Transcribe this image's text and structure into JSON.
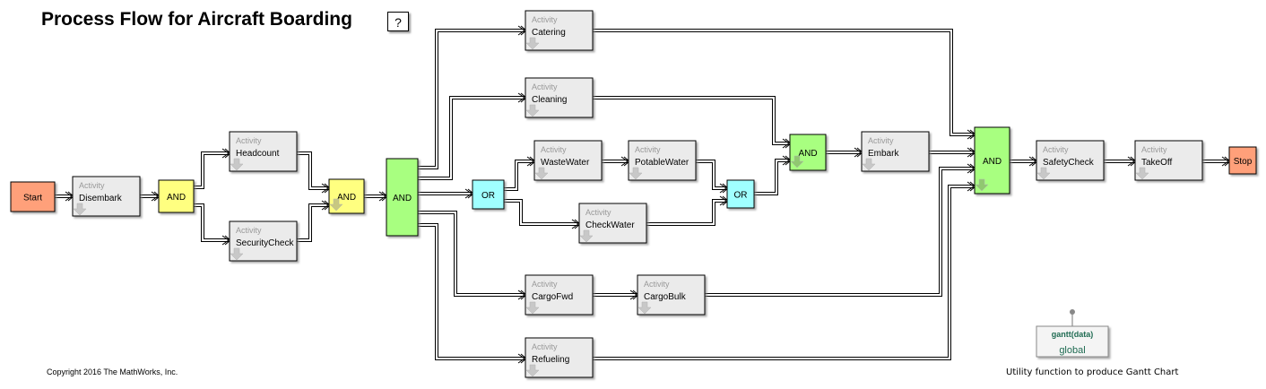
{
  "title": "Process Flow for Aircraft Boarding",
  "help_button": "?",
  "copyright": "Copyright 2016 The MathWorks, Inc.",
  "gantt": {
    "function": "gantt(data)",
    "scope": "global",
    "caption": "Utility function to produce Gantt Chart"
  },
  "activity_label": "Activity",
  "colors": {
    "terminal": "#ffa07a",
    "and_yellow": "#ffff80",
    "and_green": "#a8ff80",
    "or": "#a0ffff",
    "activity": "#ebebeb",
    "gantt_text": "#1f6b52"
  },
  "nodes": [
    {
      "id": "start",
      "type": "terminal",
      "label": "Start"
    },
    {
      "id": "disembark",
      "type": "activity",
      "label": "Disembark"
    },
    {
      "id": "and1",
      "type": "and_yellow",
      "label": "AND"
    },
    {
      "id": "headcount",
      "type": "activity",
      "label": "Headcount"
    },
    {
      "id": "security",
      "type": "activity",
      "label": "SecurityCheck"
    },
    {
      "id": "and2",
      "type": "and_yellow",
      "label": "AND"
    },
    {
      "id": "and3",
      "type": "and_green",
      "label": "AND"
    },
    {
      "id": "catering",
      "type": "activity",
      "label": "Catering"
    },
    {
      "id": "cleaning",
      "type": "activity",
      "label": "Cleaning"
    },
    {
      "id": "or1",
      "type": "or",
      "label": "OR"
    },
    {
      "id": "wastewater",
      "type": "activity",
      "label": "WasteWater"
    },
    {
      "id": "potablewater",
      "type": "activity",
      "label": "PotableWater"
    },
    {
      "id": "checkwater",
      "type": "activity",
      "label": "CheckWater"
    },
    {
      "id": "or2",
      "type": "or",
      "label": "OR"
    },
    {
      "id": "and4",
      "type": "and_green",
      "label": "AND"
    },
    {
      "id": "embark",
      "type": "activity",
      "label": "Embark"
    },
    {
      "id": "cargofwd",
      "type": "activity",
      "label": "CargoFwd"
    },
    {
      "id": "cargobulk",
      "type": "activity",
      "label": "CargoBulk"
    },
    {
      "id": "refueling",
      "type": "activity",
      "label": "Refueling"
    },
    {
      "id": "and5",
      "type": "and_green",
      "label": "AND"
    },
    {
      "id": "safetycheck",
      "type": "activity",
      "label": "SafetyCheck"
    },
    {
      "id": "takeoff",
      "type": "activity",
      "label": "TakeOff"
    },
    {
      "id": "stop",
      "type": "terminal",
      "label": "Stop"
    }
  ],
  "edges": [
    [
      "start",
      "disembark"
    ],
    [
      "disembark",
      "and1"
    ],
    [
      "and1",
      "headcount"
    ],
    [
      "and1",
      "security"
    ],
    [
      "headcount",
      "and2"
    ],
    [
      "security",
      "and2"
    ],
    [
      "and2",
      "and3"
    ],
    [
      "and3",
      "catering"
    ],
    [
      "and3",
      "cleaning"
    ],
    [
      "and3",
      "or1"
    ],
    [
      "and3",
      "cargofwd"
    ],
    [
      "and3",
      "refueling"
    ],
    [
      "or1",
      "wastewater"
    ],
    [
      "or1",
      "checkwater"
    ],
    [
      "wastewater",
      "potablewater"
    ],
    [
      "potablewater",
      "or2"
    ],
    [
      "checkwater",
      "or2"
    ],
    [
      "cleaning",
      "and4"
    ],
    [
      "or2",
      "and4"
    ],
    [
      "and4",
      "embark"
    ],
    [
      "catering",
      "and5"
    ],
    [
      "embark",
      "and5"
    ],
    [
      "cargofwd",
      "cargobulk"
    ],
    [
      "cargobulk",
      "and5"
    ],
    [
      "refueling",
      "and5"
    ],
    [
      "and5",
      "safetycheck"
    ],
    [
      "safetycheck",
      "takeoff"
    ],
    [
      "takeoff",
      "stop"
    ]
  ]
}
